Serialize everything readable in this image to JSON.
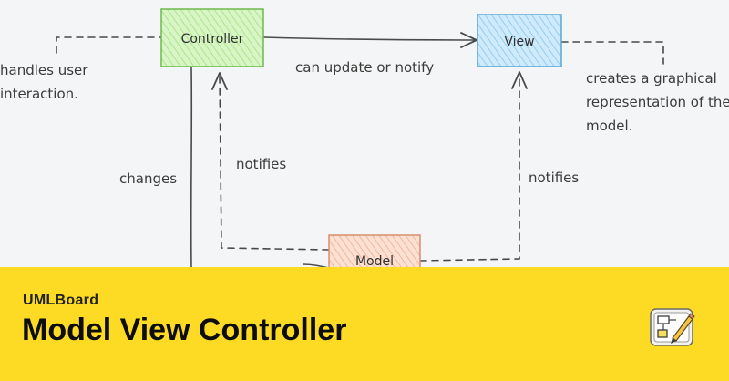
{
  "diagram": {
    "nodes": [
      {
        "id": "controller",
        "label": "Controller",
        "fill": "#c9f1b2",
        "stroke": "#6fb84f"
      },
      {
        "id": "view",
        "label": "View",
        "fill": "#bfe3f7",
        "stroke": "#5aa6d4"
      },
      {
        "id": "model",
        "label": "Model",
        "fill": "#f9d3c1",
        "stroke": "#d98e6e"
      }
    ],
    "edges": [
      {
        "from": "controller",
        "to": "view",
        "label": "can update or notify",
        "style": "solid"
      },
      {
        "from": "controller",
        "to": "model",
        "label": "changes",
        "style": "solid"
      },
      {
        "from": "model",
        "to": "controller",
        "label": "notifies",
        "style": "dashed"
      },
      {
        "from": "model",
        "to": "view",
        "label": "notifies",
        "style": "dashed"
      }
    ],
    "notes": {
      "controller": [
        "handles user",
        "interaction."
      ],
      "view": [
        "creates a graphical",
        "representation of the",
        "model."
      ]
    }
  },
  "banner": {
    "brand": "UMLBoard",
    "title": "Model View Controller",
    "background": "#fddb24",
    "icon": "umlboard-app-icon"
  }
}
